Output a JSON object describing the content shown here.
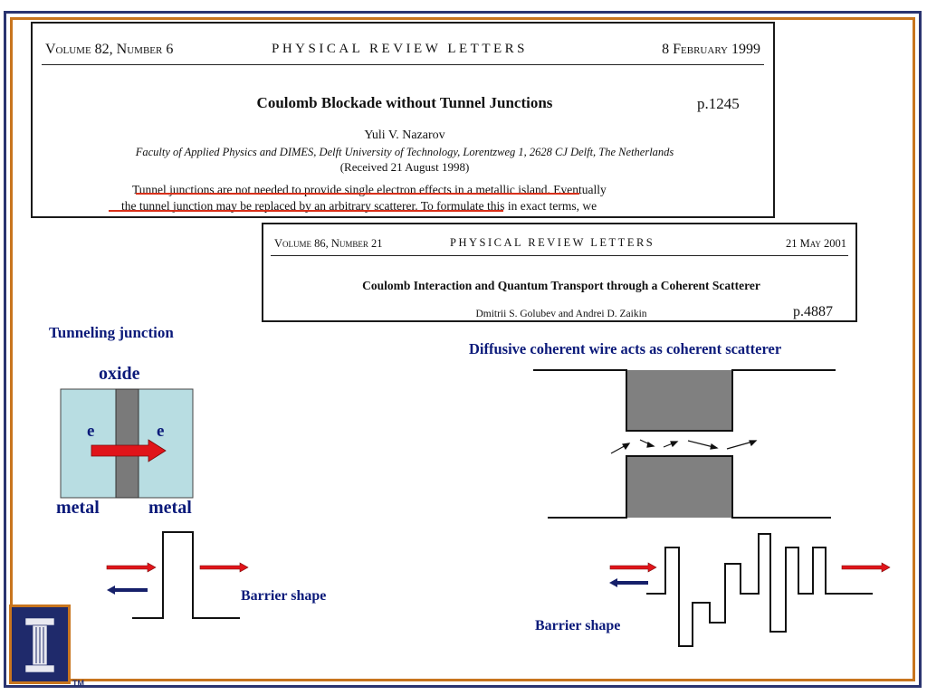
{
  "paper1": {
    "volume": "Volume 82, Number 6",
    "journal": "PHYSICAL REVIEW LETTERS",
    "date": "8 February 1999",
    "title": "Coulomb Blockade without Tunnel Junctions",
    "page_ref": "p.1245",
    "author": "Yuli V. Nazarov",
    "affiliation": "Faculty of Applied Physics and DIMES, Delft University of Technology, Lorentzweg 1, 2628 CJ Delft, The Netherlands",
    "received": "(Received 21 August 1998)",
    "abstract_line1": "Tunnel junctions are not needed to provide single electron effects in a metallic island.  Eventually",
    "abstract_line2": "the tunnel junction may be replaced by an arbitrary scatterer.  To formulate this in exact terms, we",
    "underline_color": "#d9301a"
  },
  "paper2": {
    "volume": "Volume 86, Number 21",
    "journal": "PHYSICAL REVIEW LETTERS",
    "date": "21 May 2001",
    "title": "Coulomb Interaction and Quantum Transport through a Coherent Scatterer",
    "authors": "Dmitrii S. Golubev and Andrei D. Zaikin",
    "page_ref": "p.4887"
  },
  "left_diagram": {
    "heading": "Tunneling junction",
    "oxide_label": "oxide",
    "electron_left": "e",
    "electron_right": "e",
    "metal_left": "metal",
    "metal_right": "metal",
    "barrier_label": "Barrier shape",
    "metal_color": "#b8dde2",
    "oxide_color": "#7a7a7a",
    "arrow_color": "#e0141a"
  },
  "right_diagram": {
    "heading": "Diffusive coherent wire acts as coherent scatterer",
    "barrier_label": "Barrier shape",
    "block_color": "#808080"
  },
  "colors": {
    "title_blue": "#0b1a7a",
    "frame_blue": "#2a3470",
    "frame_orange": "#c8751e"
  },
  "logo": {
    "trademark": "TM",
    "icon": "illinois-i-icon"
  }
}
